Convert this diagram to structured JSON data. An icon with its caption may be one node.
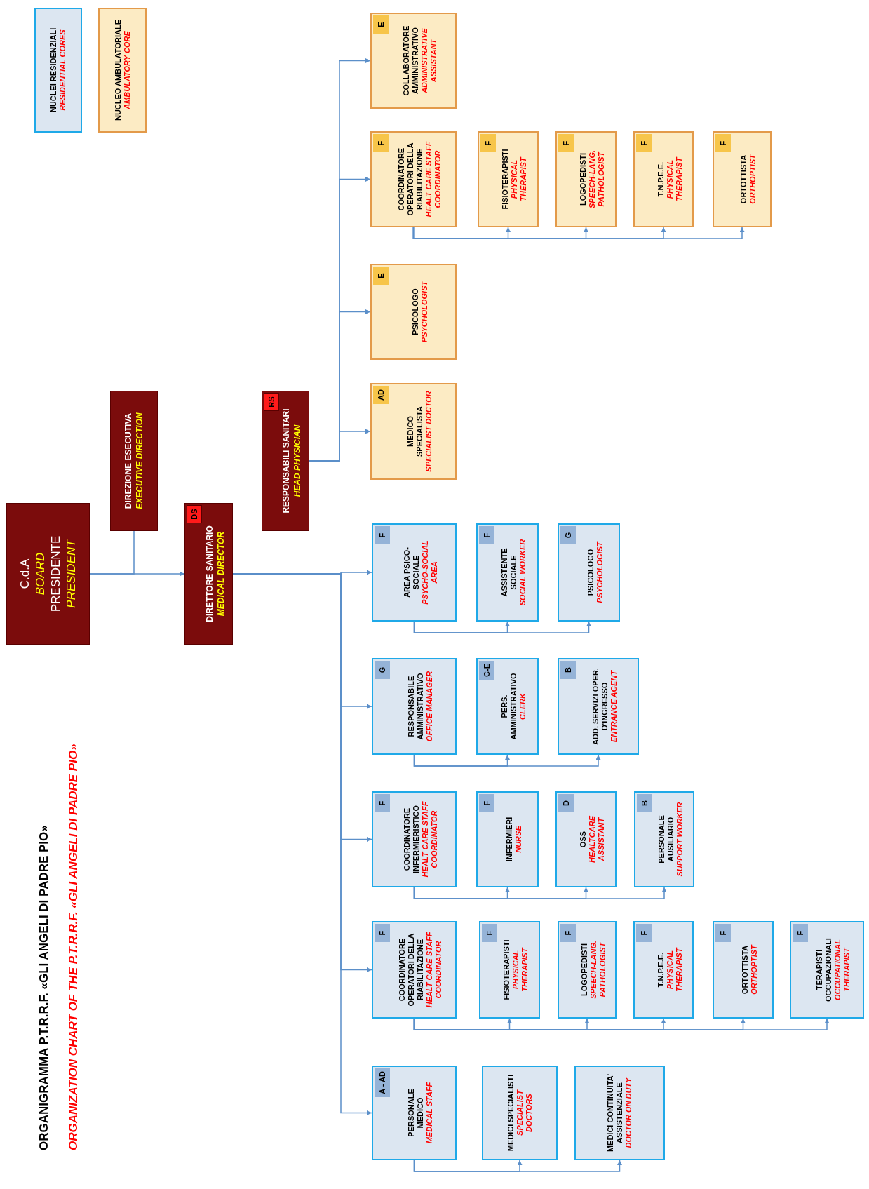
{
  "diagram": {
    "title": "ORGANIGRAMMA P.T.R.R.F. «GLI ANGELI DI PADRE PIO»",
    "nodes": [
      {
        "text": [
          "C.d.A",
          "BOARD",
          "PRESIDENTE",
          "PRESIDENT"
        ]
      },
      {
        "text": [
          "DIREZIONE ESECUTIVA",
          "EXECUTIVE DIRECTION"
        ]
      },
      {
        "text": [
          "DIRETTORE SANITARIO",
          "MEDICAL DIRECTOR"
        ]
      },
      {
        "text": [
          "DS"
        ],
        "in": 2
      },
      {
        "text": [
          "RESPONSABILI SANITARI",
          "HEAD PHYSICIAN"
        ]
      },
      {
        "text": [
          "RS"
        ],
        "in": 4
      },
      {
        "text": [
          "PERSONALE MEDICO",
          "MEDICAL STAFF"
        ]
      },
      {
        "text": [
          "A - AD"
        ],
        "in": 6
      },
      {
        "text": [
          "MEDICI SPECIALISTI",
          "SPECIALIST DOCTORS"
        ]
      },
      {
        "text": [
          "MEDICI CONTINUITA' ASSISTENZIALE",
          "DOCTOR ON DUTY"
        ]
      },
      {
        "text": [
          "COORDINATORE OPERATORI DELLA RIABILITAZIONE",
          "HEALT CARE STAFF COORDINATOR"
        ]
      },
      {
        "text": [
          "F"
        ],
        "in": 10
      },
      {
        "text": [
          "FISIOTERAPISTI",
          "PHYSICAL THERAPIST"
        ]
      },
      {
        "text": [
          "F"
        ],
        "in": 12
      },
      {
        "text": [
          "LOGOPEDISTI",
          "SPEECH-LANG. PATHOLOGIST"
        ]
      },
      {
        "text": [
          "F"
        ],
        "in": 14
      },
      {
        "text": [
          "T.N.P.E.E.",
          "PHYSICAL THERAPIST"
        ]
      },
      {
        "text": [
          "F"
        ],
        "in": 16
      },
      {
        "text": [
          "ORTOTTISTA",
          "ORTHOPTIST"
        ]
      },
      {
        "text": [
          "F"
        ],
        "in": 18
      },
      {
        "text": [
          "TERAPISTI OCCUPAZIONALI",
          "OCCUPATIONAL THERAPIST"
        ]
      },
      {
        "text": [
          "F"
        ],
        "in": 20
      },
      {
        "text": [
          "COORDINATORE INFERMIERISTICO",
          "HEALT CARE STAFF COORDINATOR"
        ]
      },
      {
        "text": [
          "F"
        ],
        "in": 22
      },
      {
        "text": [
          "INFERMIERI",
          "NURSE"
        ]
      },
      {
        "text": [
          "F"
        ],
        "in": 24
      },
      {
        "text": [
          "OSS",
          "HEALTCARE ASSISTANT"
        ]
      },
      {
        "text": [
          "D"
        ],
        "in": 26
      },
      {
        "text": [
          "PERSONALE AUSILIARIO",
          "SUPPORT WORKER"
        ]
      },
      {
        "text": [
          "B"
        ],
        "in": 28
      },
      {
        "text": [
          "RESPONSABILE AMMINISTRATIVO",
          "OFFICE MANAGER"
        ]
      },
      {
        "text": [
          "G"
        ],
        "in": 30
      },
      {
        "text": [
          "PERS. AMMINISTRATIVO",
          "CLERK"
        ]
      },
      {
        "text": [
          "C-E"
        ],
        "in": 32
      },
      {
        "text": [
          "ADD. SERVIZI OPER. D'INGRESSO",
          "ENTRANCE AGENT"
        ]
      },
      {
        "text": [
          "B"
        ],
        "in": 34
      },
      {
        "text": [
          "AREA PSICO-SOCIALE",
          "PSYCHO-SOCIAL AREA"
        ]
      },
      {
        "text": [
          "F"
        ],
        "in": 36
      },
      {
        "text": [
          "ASSISTENTE SOCIALE",
          "SOCIAL WORKER"
        ]
      },
      {
        "text": [
          "F"
        ],
        "in": 38
      },
      {
        "text": [
          "PSICOLOGO",
          "PSYCHOLOGIST"
        ]
      },
      {
        "text": [
          "G"
        ],
        "in": 40
      },
      {
        "text": [
          "MEDICO SPECIALISTA",
          "SPECIALIST DOCTOR"
        ]
      },
      {
        "text": [
          "AD"
        ],
        "in": 42
      },
      {
        "text": [
          "PSICOLOGO",
          "PSYCHOLOGIST"
        ]
      },
      {
        "text": [
          "E"
        ],
        "in": 44
      },
      {
        "text": [
          "COORDINATORE OPERATORI DELLA RIABILITAZIONE",
          "HEALT CARE STAFF COORDINATOR"
        ]
      },
      {
        "text": [
          "F"
        ],
        "in": 46
      },
      {
        "text": [
          "FISIOTERAPISTI",
          "PHYSICAL THERAPIST"
        ]
      },
      {
        "text": [
          "F"
        ],
        "in": 48
      },
      {
        "text": [
          "LOGOPEDISTI",
          "SPEECH-LANG. PATHOLOGIST"
        ]
      },
      {
        "text": [
          "F"
        ],
        "in": 50
      },
      {
        "text": [
          "T.N.P.E.E.",
          "PHYSICAL THERAPIST"
        ]
      },
      {
        "text": [
          "F"
        ],
        "in": 52
      },
      {
        "text": [
          "ORTOTTISTA",
          "ORTHOPTIST"
        ]
      },
      {
        "text": [
          "F"
        ],
        "in": 54
      },
      {
        "text": [
          "COLLABORATORE AMMINISTRATIVO",
          "ADMINISTRATIVE ASSISTANT"
        ]
      },
      {
        "text": [
          "E"
        ],
        "in": 56
      },
      {
        "text": [
          "NUCLEI RESIDENZIALI",
          "RESIDENTIAL CORES"
        ]
      },
      {
        "text": [
          "NUCLEO AMBULATORIALE",
          "AMBULATORY CORE"
        ]
      }
    ],
    "edges": [
      {
        "from": 0,
        "to": 2,
        "arrow": "to"
      },
      {
        "from": 0,
        "to": 1,
        "arrow": "none"
      },
      {
        "from": 2,
        "to": 6,
        "arrow": "to"
      },
      {
        "from": 2,
        "to": 10,
        "arrow": "to"
      },
      {
        "from": 2,
        "to": 22,
        "arrow": "to"
      },
      {
        "from": 2,
        "to": 30,
        "arrow": "to"
      },
      {
        "from": 2,
        "to": 36,
        "arrow": "to"
      },
      {
        "from": 4,
        "to": 42,
        "arrow": "to"
      },
      {
        "from": 4,
        "to": 44,
        "arrow": "to"
      },
      {
        "from": 4,
        "to": 46,
        "arrow": "to"
      },
      {
        "from": 4,
        "to": 56,
        "arrow": "to"
      },
      {
        "from": 6,
        "to": 8,
        "arrow": "to"
      },
      {
        "from": 6,
        "to": 9,
        "arrow": "to"
      },
      {
        "from": 10,
        "to": 12,
        "arrow": "to"
      },
      {
        "from": 10,
        "to": 14,
        "arrow": "to"
      },
      {
        "from": 10,
        "to": 16,
        "arrow": "to"
      },
      {
        "from": 10,
        "to": 18,
        "arrow": "to"
      },
      {
        "from": 10,
        "to": 20,
        "arrow": "to"
      },
      {
        "from": 22,
        "to": 24,
        "arrow": "to"
      },
      {
        "from": 22,
        "to": 26,
        "arrow": "to"
      },
      {
        "from": 22,
        "to": 28,
        "arrow": "to"
      },
      {
        "from": 30,
        "to": 32,
        "arrow": "to"
      },
      {
        "from": 30,
        "to": 34,
        "arrow": "to"
      },
      {
        "from": 36,
        "to": 38,
        "arrow": "to"
      },
      {
        "from": 36,
        "to": 40,
        "arrow": "to"
      },
      {
        "from": 46,
        "to": 48,
        "arrow": "to"
      },
      {
        "from": 46,
        "to": 50,
        "arrow": "to"
      },
      {
        "from": 46,
        "to": 52,
        "arrow": "to"
      },
      {
        "from": 46,
        "to": 54,
        "arrow": "to"
      }
    ],
    "labels": [
      "ORGANIZATION CHART OF THE P.T.R.R.F. «GLI ANGELI DI PADRE PIO»"
    ]
  }
}
